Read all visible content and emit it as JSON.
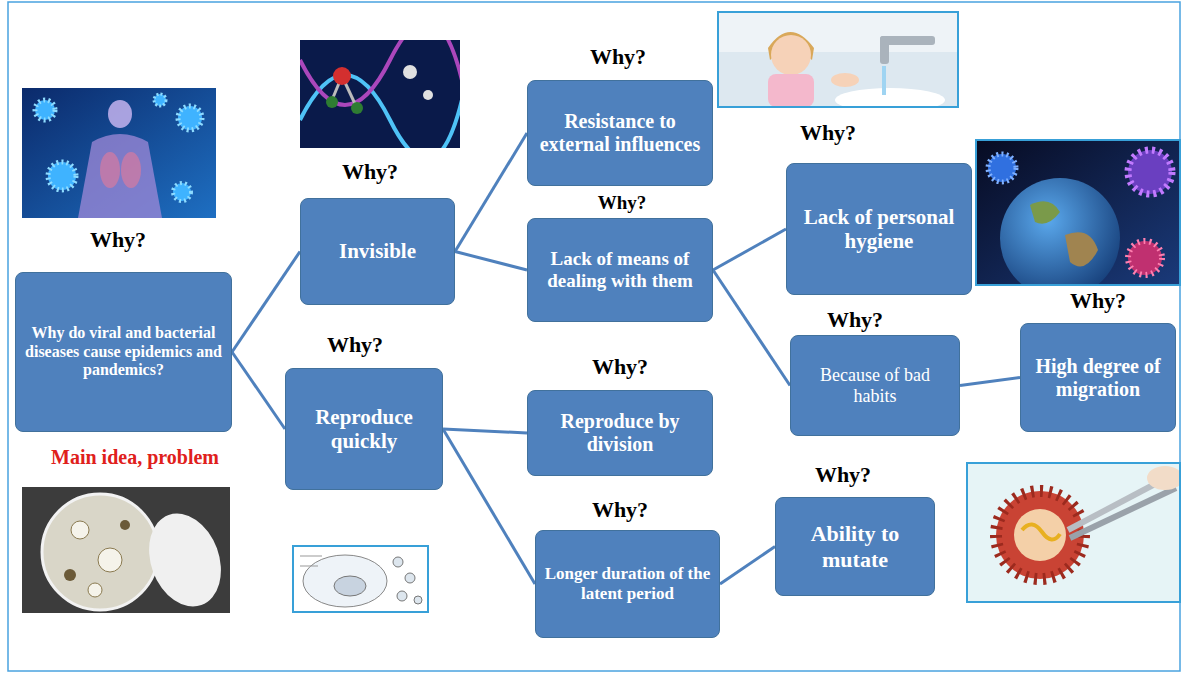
{
  "diagram": {
    "nodes": [
      {
        "text": [
          "Why do viral and bacterial diseases cause epidemics and pandemics?"
        ]
      },
      {
        "text": [
          "Invisible"
        ]
      },
      {
        "text": [
          "Reproduce quickly"
        ]
      },
      {
        "text": [
          "Resistance to external influences"
        ]
      },
      {
        "text": [
          "Lack of means of dealing with them"
        ]
      },
      {
        "text": [
          "Reproduce by division"
        ]
      },
      {
        "text": [
          "Longer duration of the latent period"
        ]
      },
      {
        "text": [
          "Lack of personal hygiene"
        ]
      },
      {
        "text": [
          "Because of bad habits"
        ]
      },
      {
        "text": [
          "High degree of migration"
        ]
      },
      {
        "text": [
          "Ability to mutate"
        ]
      }
    ],
    "edges": [
      {
        "from": 0,
        "to": 1,
        "arrow": "none"
      },
      {
        "from": 0,
        "to": 2,
        "arrow": "none"
      },
      {
        "from": 1,
        "to": 3,
        "arrow": "none"
      },
      {
        "from": 1,
        "to": 4,
        "arrow": "none"
      },
      {
        "from": 2,
        "to": 5,
        "arrow": "none"
      },
      {
        "from": 2,
        "to": 6,
        "arrow": "none"
      },
      {
        "from": 4,
        "to": 7,
        "arrow": "none"
      },
      {
        "from": 4,
        "to": 8,
        "arrow": "none"
      },
      {
        "from": 8,
        "to": 9,
        "arrow": "none"
      },
      {
        "from": 6,
        "to": 10,
        "arrow": "none"
      }
    ],
    "labels": [
      "Why?",
      "Main idea, problem",
      "Why?",
      "Why?",
      "Why?",
      "Why?",
      "Why?",
      "Why?",
      "Why?",
      "Why?",
      "Why?",
      "Why?"
    ]
  }
}
